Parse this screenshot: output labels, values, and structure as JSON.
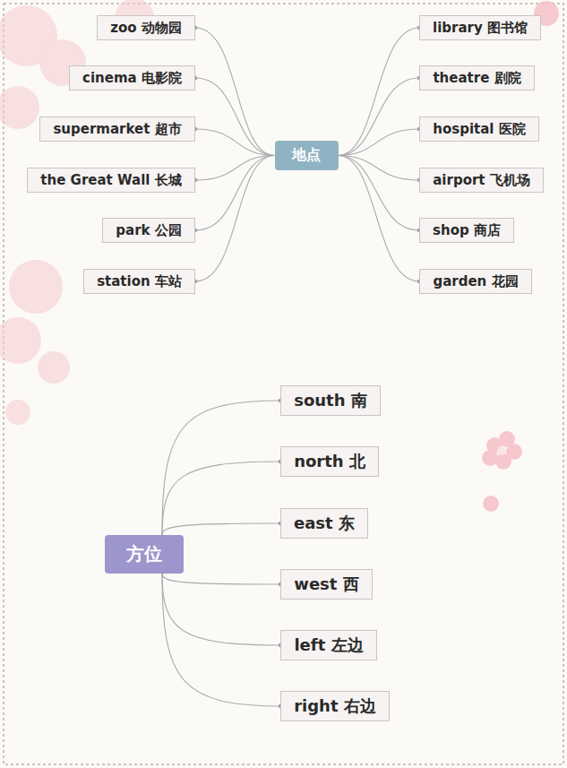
{
  "diagram": {
    "nodes": [
      {
        "text": [
          "地点"
        ]
      },
      {
        "text": [
          "zoo 动物园"
        ]
      },
      {
        "text": [
          "cinema 电影院"
        ]
      },
      {
        "text": [
          "supermarket 超市"
        ]
      },
      {
        "text": [
          "the Great Wall 长城"
        ]
      },
      {
        "text": [
          "park 公园"
        ]
      },
      {
        "text": [
          "station 车站"
        ]
      },
      {
        "text": [
          "library 图书馆"
        ]
      },
      {
        "text": [
          "theatre 剧院"
        ]
      },
      {
        "text": [
          "hospital 医院"
        ]
      },
      {
        "text": [
          "airport 飞机场"
        ]
      },
      {
        "text": [
          "shop 商店"
        ]
      },
      {
        "text": [
          "garden 花园"
        ]
      },
      {
        "text": [
          "方位"
        ]
      },
      {
        "text": [
          "south 南"
        ]
      },
      {
        "text": [
          "north 北"
        ]
      },
      {
        "text": [
          "east 东"
        ]
      },
      {
        "text": [
          "west 西"
        ]
      },
      {
        "text": [
          "left 左边"
        ]
      },
      {
        "text": [
          "right 右边"
        ]
      }
    ],
    "edges": [
      {
        "from": 0,
        "to": 1,
        "arrow": "none"
      },
      {
        "from": 0,
        "to": 2,
        "arrow": "none"
      },
      {
        "from": 0,
        "to": 3,
        "arrow": "none"
      },
      {
        "from": 0,
        "to": 4,
        "arrow": "none"
      },
      {
        "from": 0,
        "to": 5,
        "arrow": "none"
      },
      {
        "from": 0,
        "to": 6,
        "arrow": "none"
      },
      {
        "from": 0,
        "to": 7,
        "arrow": "none"
      },
      {
        "from": 0,
        "to": 8,
        "arrow": "none"
      },
      {
        "from": 0,
        "to": 9,
        "arrow": "none"
      },
      {
        "from": 0,
        "to": 10,
        "arrow": "none"
      },
      {
        "from": 0,
        "to": 11,
        "arrow": "none"
      },
      {
        "from": 0,
        "to": 12,
        "arrow": "none"
      },
      {
        "from": 13,
        "to": 14,
        "arrow": "none"
      },
      {
        "from": 13,
        "to": 15,
        "arrow": "none"
      },
      {
        "from": 13,
        "to": 16,
        "arrow": "none"
      },
      {
        "from": 13,
        "to": 17,
        "arrow": "none"
      },
      {
        "from": 13,
        "to": 18,
        "arrow": "none"
      },
      {
        "from": 13,
        "to": 19,
        "arrow": "none"
      }
    ]
  }
}
